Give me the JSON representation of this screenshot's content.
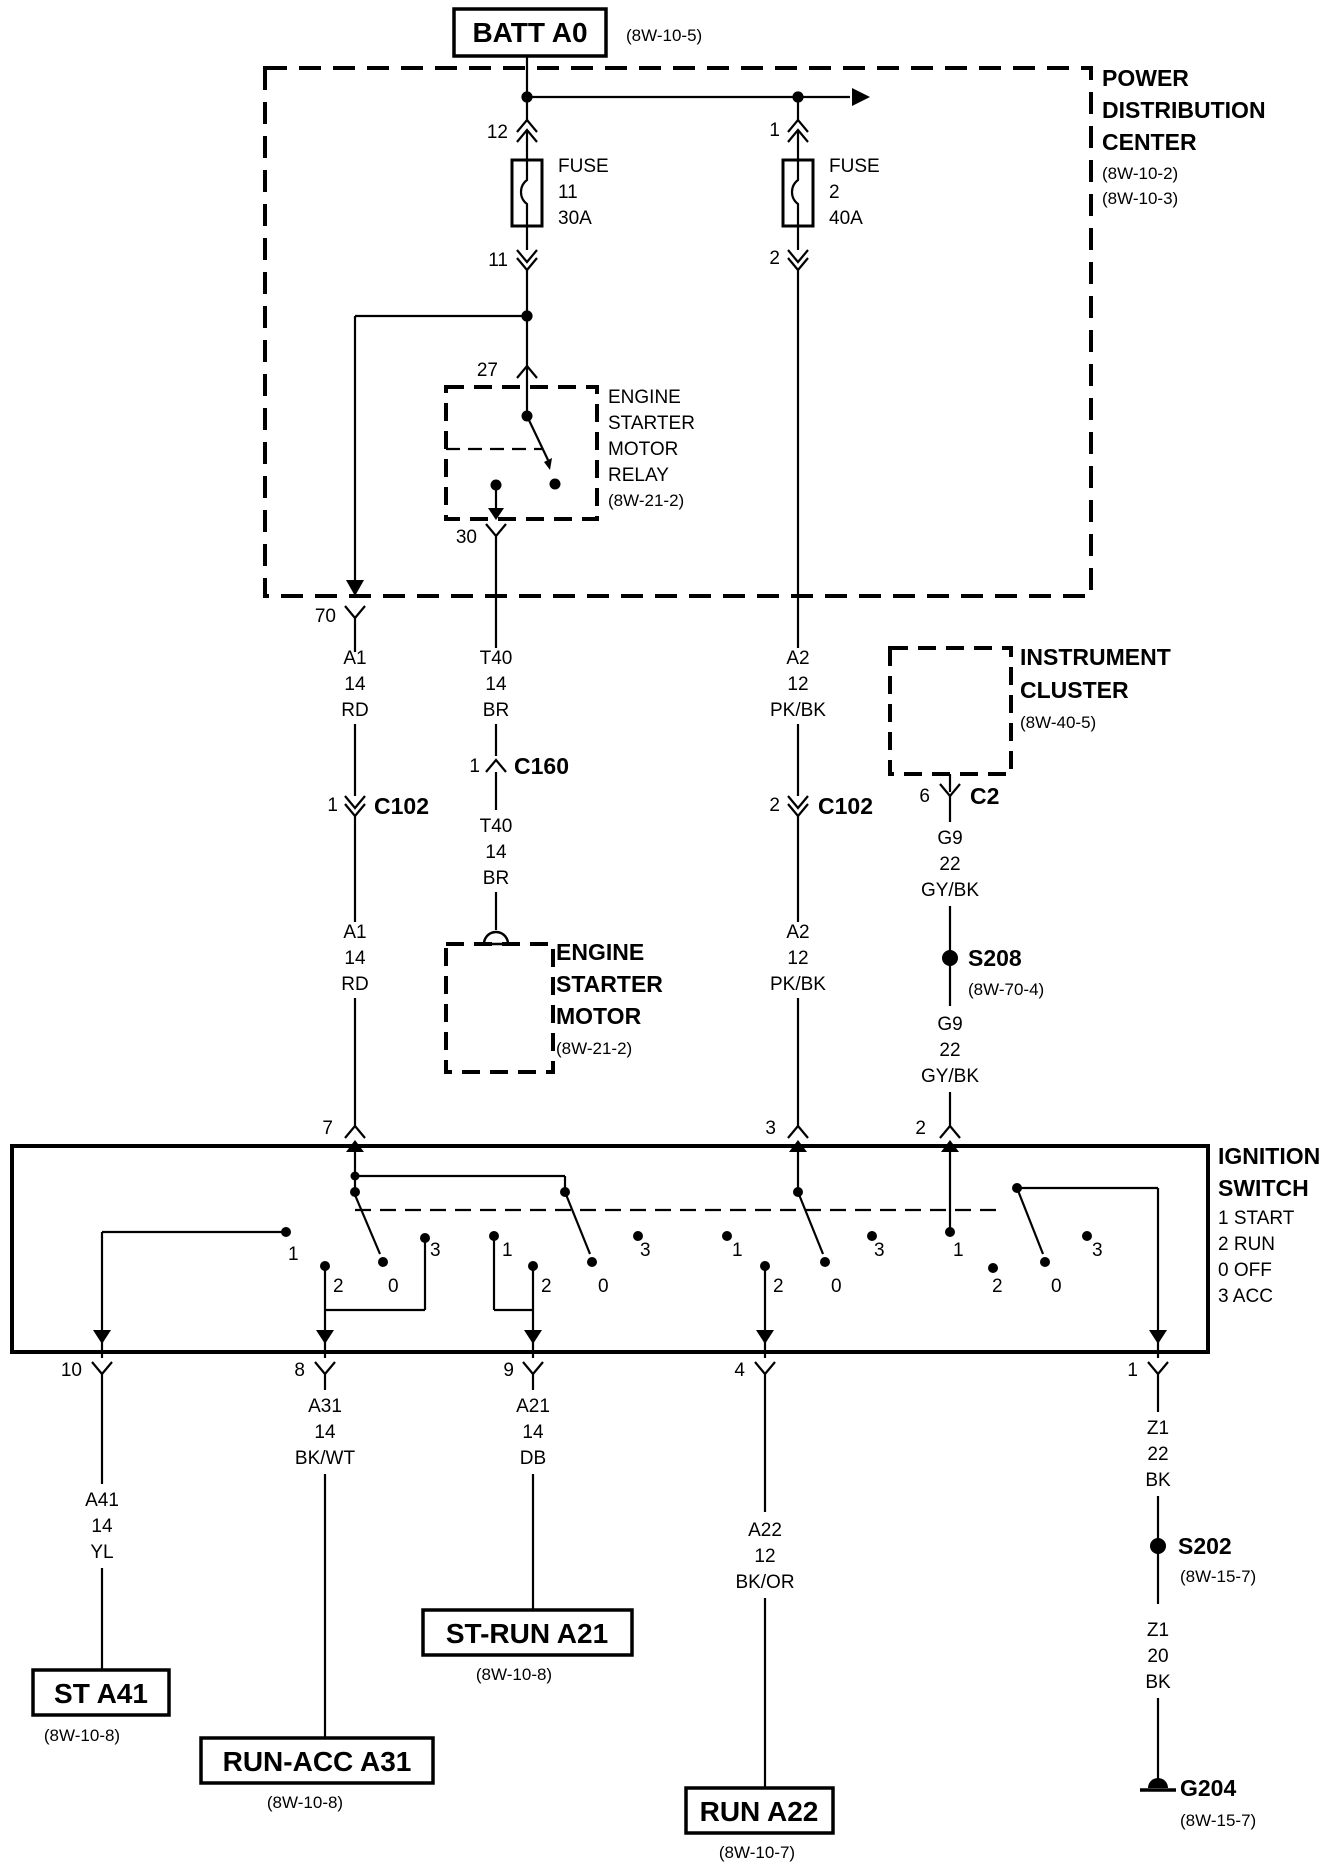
{
  "terminals": {
    "batt": {
      "label": "BATT A0",
      "ref": "(8W-10-5)"
    },
    "st": {
      "label": "ST A41",
      "ref": "(8W-10-8)"
    },
    "run_acc": {
      "label": "RUN-ACC A31",
      "ref": "(8W-10-8)"
    },
    "st_run": {
      "label": "ST-RUN A21",
      "ref": "(8W-10-8)"
    },
    "run": {
      "label": "RUN A22",
      "ref": "(8W-10-7)"
    }
  },
  "pdc": {
    "name": [
      "POWER",
      "DISTRIBUTION",
      "CENTER"
    ],
    "refs": [
      "(8W-10-2)",
      "(8W-10-3)"
    ]
  },
  "fuses": [
    {
      "name": "FUSE",
      "number": "11",
      "rating": "30A",
      "pin_in": "12",
      "pin_out": "11"
    },
    {
      "name": "FUSE",
      "number": "2",
      "rating": "40A",
      "pin_in": "1",
      "pin_out": "2"
    }
  ],
  "relay": {
    "name": [
      "ENGINE",
      "STARTER",
      "MOTOR",
      "RELAY"
    ],
    "ref": "(8W-21-2)",
    "pin_in": "27",
    "pin_out": "30"
  },
  "starter_motor": {
    "name": [
      "ENGINE",
      "STARTER",
      "MOTOR"
    ],
    "ref": "(8W-21-2)"
  },
  "instrument_cluster": {
    "name": [
      "INSTRUMENT",
      "CLUSTER"
    ],
    "ref": "(8W-40-5)",
    "pin": "6",
    "connector": "C2"
  },
  "pdc_pin_70": "70",
  "connectors": {
    "c102": "C102",
    "c160": "C160",
    "c102_pin_a1": "1",
    "c102_pin_a2": "2",
    "c160_pin": "1"
  },
  "wires": {
    "a1_upper": [
      "A1",
      "14",
      "RD"
    ],
    "a1_lower": [
      "A1",
      "14",
      "RD"
    ],
    "t40_upper": [
      "T40",
      "14",
      "BR"
    ],
    "t40_lower": [
      "T40",
      "14",
      "BR"
    ],
    "a2_upper": [
      "A2",
      "12",
      "PK/BK"
    ],
    "a2_lower": [
      "A2",
      "12",
      "PK/BK"
    ],
    "g9_upper": [
      "G9",
      "22",
      "GY/BK"
    ],
    "g9_lower": [
      "G9",
      "22",
      "GY/BK"
    ],
    "a41": [
      "A41",
      "14",
      "YL"
    ],
    "a31": [
      "A31",
      "14",
      "BK/WT"
    ],
    "a21": [
      "A21",
      "14",
      "DB"
    ],
    "a22": [
      "A22",
      "12",
      "BK/OR"
    ],
    "z1_upper": [
      "Z1",
      "22",
      "BK"
    ],
    "z1_lower": [
      "Z1",
      "20",
      "BK"
    ]
  },
  "splices": {
    "s208": {
      "label": "S208",
      "ref": "(8W-70-4)"
    },
    "s202": {
      "label": "S202",
      "ref": "(8W-15-7)"
    }
  },
  "ground": {
    "label": "G204",
    "ref": "(8W-15-7)"
  },
  "ignition_switch": {
    "name": [
      "IGNITION",
      "SWITCH"
    ],
    "positions": [
      "1 START",
      "2 RUN",
      "0 OFF",
      "3 ACC"
    ],
    "top_pins": [
      "7",
      "3",
      "2"
    ],
    "bottom_pins": [
      "10",
      "8",
      "9",
      "4",
      "1"
    ],
    "contacts": {
      "g1": [
        "1",
        "2",
        "0",
        "3"
      ],
      "g2": [
        "1",
        "2",
        "0",
        "3"
      ],
      "g3": [
        "1",
        "2",
        "0",
        "3"
      ],
      "g4": [
        "1",
        "2",
        "0",
        "3"
      ]
    }
  }
}
